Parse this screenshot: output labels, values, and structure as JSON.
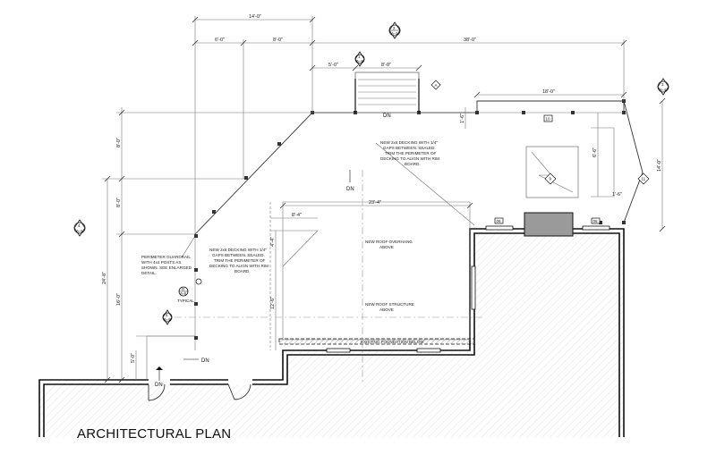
{
  "title": "ARCHITECTURAL PLAN",
  "dimensions": {
    "top_overall": "14'-0\"",
    "top_left": "6'-0\"",
    "top_mid": "8'-0\"",
    "top_right": "38'-0\"",
    "stair_left": "5'-0\"",
    "stair_right": "8'-0\"",
    "deck_right_width": "18'-0\"",
    "left_top": "8'-0\"",
    "left_mid": "8'-0\"",
    "left_overall": "24'-8\"",
    "left_lower": "16'-0\"",
    "left_bottom": "5'-0\"",
    "center_width": "23'-4\"",
    "roof_width": "8'-4\"",
    "roof_left_upper": "4'-4\"",
    "roof_left_lower": "12'-6\"",
    "right_small_top": "1'-6\"",
    "right_mid": "6'-6\"",
    "right_small_bottom": "1'-6\"",
    "right_overall": "14'-0\""
  },
  "notes": {
    "decking_right": [
      "NEW 2x6 DECKING WITH 1/4\"",
      "GAPS BETWEEN.  SEALED.",
      "TRIM THE PERIMETER OF",
      "DECKING TO ALIGN WITH RIM",
      "BOARD."
    ],
    "decking_left": [
      "NEW 2x6 DECKING WITH 1/4\"",
      "GAPS BETWEEN.  SEALED.",
      "TRIM THE PERIMETER OF",
      "DECKING TO ALIGN WITH RIM",
      "BOARD."
    ],
    "guardrail": [
      "PERIMETER GUARDRAIL",
      "WITH 4x4 POSTS AS",
      "SHOWN.  SEE ENLARGED",
      "DETAIL."
    ],
    "roof_overhang": [
      "NEW ROOF OVERHANG",
      "ABOVE"
    ],
    "roof_structure": [
      "NEW ROOF STRUCTURE",
      "ABOVE"
    ],
    "existing": "EXISTING FOUNDATION BELOW"
  },
  "labels": {
    "dn_stair": "DN",
    "dn_deck": "DN",
    "dn_entry": "DN",
    "dn_lower": "DN",
    "typical": "TYPICAL"
  },
  "markers": {
    "section_top": "2",
    "section_top_sheet": "A-4",
    "section_stair": "1",
    "section_stair_sheet": "A-4",
    "section_right": "3",
    "section_right_sheet": "A-4",
    "section_left": "4",
    "section_left_sheet": "A-4",
    "section_bottom": "5",
    "section_bottom_sheet": "A-4",
    "detail_guard": "D",
    "detail_guard_sheet": "A-6",
    "tag_stair": "A",
    "tag_rail": "10",
    "tag_right": "11",
    "tag_center": "9",
    "tag_window_1": "06",
    "tag_window_2": "06"
  }
}
